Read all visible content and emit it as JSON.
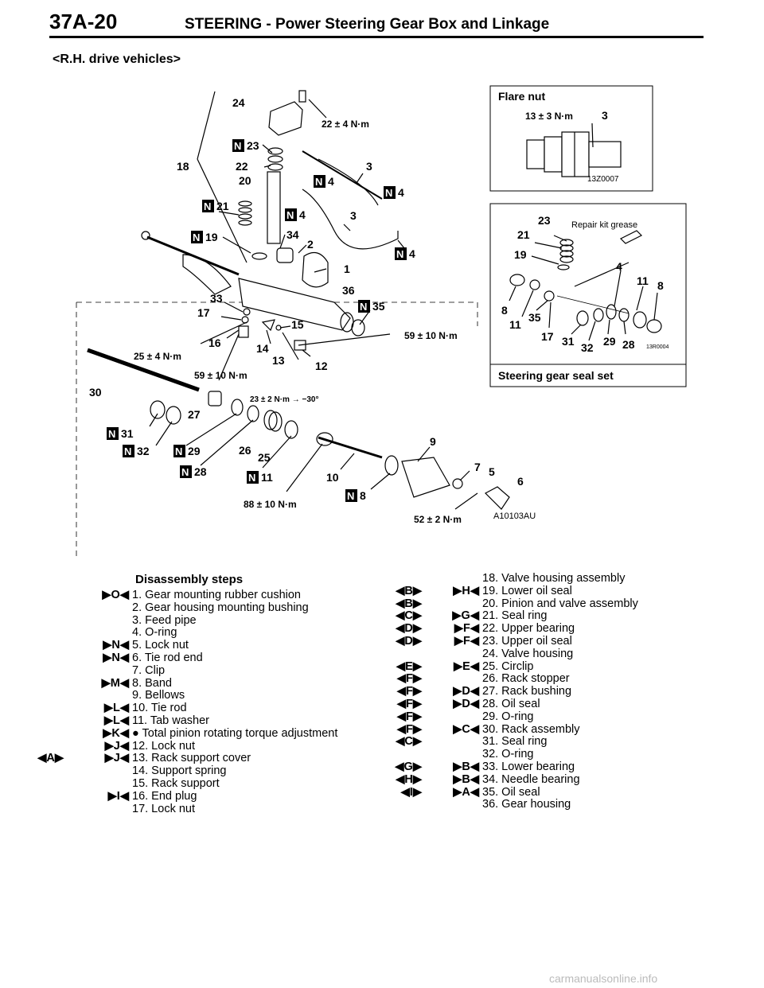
{
  "header": {
    "page_number": "37A-20",
    "title": "STEERING - Power Steering Gear Box and Linkage"
  },
  "vehicle_label": "<R.H. drive vehicles>",
  "diagram": {
    "figure_code": "A10103AU",
    "parts": [
      {
        "label": "24"
      },
      {
        "label": "23",
        "n": true
      },
      {
        "label": "22"
      },
      {
        "label": "20"
      },
      {
        "label": "18"
      },
      {
        "label": "21",
        "n": true
      },
      {
        "label": "19",
        "n": true
      },
      {
        "label": "34"
      },
      {
        "label": "2"
      },
      {
        "label": "1"
      },
      {
        "label": "36"
      },
      {
        "label": "35",
        "n": true
      },
      {
        "label": "33"
      },
      {
        "label": "17"
      },
      {
        "label": "15"
      },
      {
        "label": "16"
      },
      {
        "label": "14"
      },
      {
        "label": "13"
      },
      {
        "label": "12"
      },
      {
        "label": "30"
      },
      {
        "label": "27"
      },
      {
        "label": "31",
        "n": true
      },
      {
        "label": "32",
        "n": true
      },
      {
        "label": "29",
        "n": true
      },
      {
        "label": "28",
        "n": true
      },
      {
        "label": "26"
      },
      {
        "label": "25"
      },
      {
        "label": "11",
        "n": true
      },
      {
        "label": "10"
      },
      {
        "label": "8",
        "n": true
      },
      {
        "label": "9"
      },
      {
        "label": "7"
      },
      {
        "label": "5"
      },
      {
        "label": "6"
      },
      {
        "label": "3"
      },
      {
        "label": "3"
      },
      {
        "label": "4",
        "n": true
      },
      {
        "label": "4",
        "n": true
      },
      {
        "label": "4",
        "n": true
      },
      {
        "label": "4",
        "n": true
      }
    ],
    "torques": [
      "22 ± 4 N·m",
      "59 ± 10 N·m",
      "25 ± 4 N·m",
      "59 ± 10 N·m",
      "23 ± 2 N·m → −30°",
      "88 ± 10 N·m",
      "52 ± 2 N·m"
    ],
    "flare_inset": {
      "title": "Flare nut",
      "torque": "13 ± 3 N·m",
      "part": "3",
      "code": "13Z0007"
    },
    "seal_inset": {
      "caption": "Steering gear seal set",
      "grease": "Repair kit grease",
      "code": "13R0004",
      "labels": [
        "23",
        "21",
        "19",
        "4",
        "11",
        "8",
        "8",
        "11",
        "35",
        "17",
        "31",
        "32",
        "29",
        "28"
      ]
    },
    "n_mark": "N"
  },
  "steps_title": "Disassembly steps",
  "left_steps": [
    {
      "m1": "",
      "m2": "▶O◀",
      "text": "1. Gear mounting rubber cushion"
    },
    {
      "m1": "",
      "m2": "",
      "text": "2. Gear housing mounting bushing"
    },
    {
      "m1": "",
      "m2": "",
      "text": "3. Feed pipe"
    },
    {
      "m1": "",
      "m2": "",
      "text": "4. O-ring"
    },
    {
      "m1": "",
      "m2": "▶N◀",
      "text": "5. Lock nut"
    },
    {
      "m1": "",
      "m2": "▶N◀",
      "text": "6. Tie rod end"
    },
    {
      "m1": "",
      "m2": "",
      "text": "7. Clip"
    },
    {
      "m1": "",
      "m2": "▶M◀",
      "text": "8. Band"
    },
    {
      "m1": "",
      "m2": "",
      "text": "9. Bellows"
    },
    {
      "m1": "",
      "m2": "▶L◀",
      "text": "10. Tie rod"
    },
    {
      "m1": "",
      "m2": "▶L◀",
      "text": "11. Tab washer"
    },
    {
      "m1": "",
      "m2": "▶K◀",
      "text": "● Total pinion rotating torque adjustment"
    },
    {
      "m1": "",
      "m2": "▶J◀",
      "text": "12. Lock nut"
    },
    {
      "m1": "◀A▶",
      "m2": "▶J◀",
      "text": "13. Rack support cover"
    },
    {
      "m1": "",
      "m2": "",
      "text": "14. Support spring"
    },
    {
      "m1": "",
      "m2": "",
      "text": "15. Rack support"
    },
    {
      "m1": "",
      "m2": "▶I◀",
      "text": "16. End plug"
    },
    {
      "m1": "",
      "m2": "",
      "text": "17. Lock nut"
    }
  ],
  "right_steps": [
    {
      "m1": "",
      "m2": "",
      "text": "18. Valve housing assembly"
    },
    {
      "m1": "◀B▶",
      "m2": "▶H◀",
      "text": "19. Lower oil seal"
    },
    {
      "m1": "◀B▶",
      "m2": "",
      "text": "20. Pinion and valve assembly"
    },
    {
      "m1": "◀C▶",
      "m2": "▶G◀",
      "text": "21. Seal ring"
    },
    {
      "m1": "◀D▶",
      "m2": "▶F◀",
      "text": "22. Upper bearing"
    },
    {
      "m1": "◀D▶",
      "m2": "▶F◀",
      "text": "23. Upper oil seal"
    },
    {
      "m1": "",
      "m2": "",
      "text": "24. Valve housing"
    },
    {
      "m1": "◀E▶",
      "m2": "▶E◀",
      "text": "25. Circlip"
    },
    {
      "m1": "◀F▶",
      "m2": "",
      "text": "26. Rack stopper"
    },
    {
      "m1": "◀F▶",
      "m2": "▶D◀",
      "text": "27. Rack bushing"
    },
    {
      "m1": "◀F▶",
      "m2": "▶D◀",
      "text": "28. Oil seal"
    },
    {
      "m1": "◀F▶",
      "m2": "",
      "text": "29. O-ring"
    },
    {
      "m1": "◀F▶",
      "m2": "▶C◀",
      "text": "30. Rack assembly"
    },
    {
      "m1": "◀C▶",
      "m2": "",
      "text": "31. Seal ring"
    },
    {
      "m1": "",
      "m2": "",
      "text": "32. O-ring"
    },
    {
      "m1": "◀G▶",
      "m2": "▶B◀",
      "text": "33. Lower bearing"
    },
    {
      "m1": "◀H▶",
      "m2": "▶B◀",
      "text": "34. Needle bearing"
    },
    {
      "m1": "◀I▶",
      "m2": "▶A◀",
      "text": "35. Oil seal"
    },
    {
      "m1": "",
      "m2": "",
      "text": "36. Gear housing"
    }
  ],
  "footer": "carmanualsonline.info"
}
